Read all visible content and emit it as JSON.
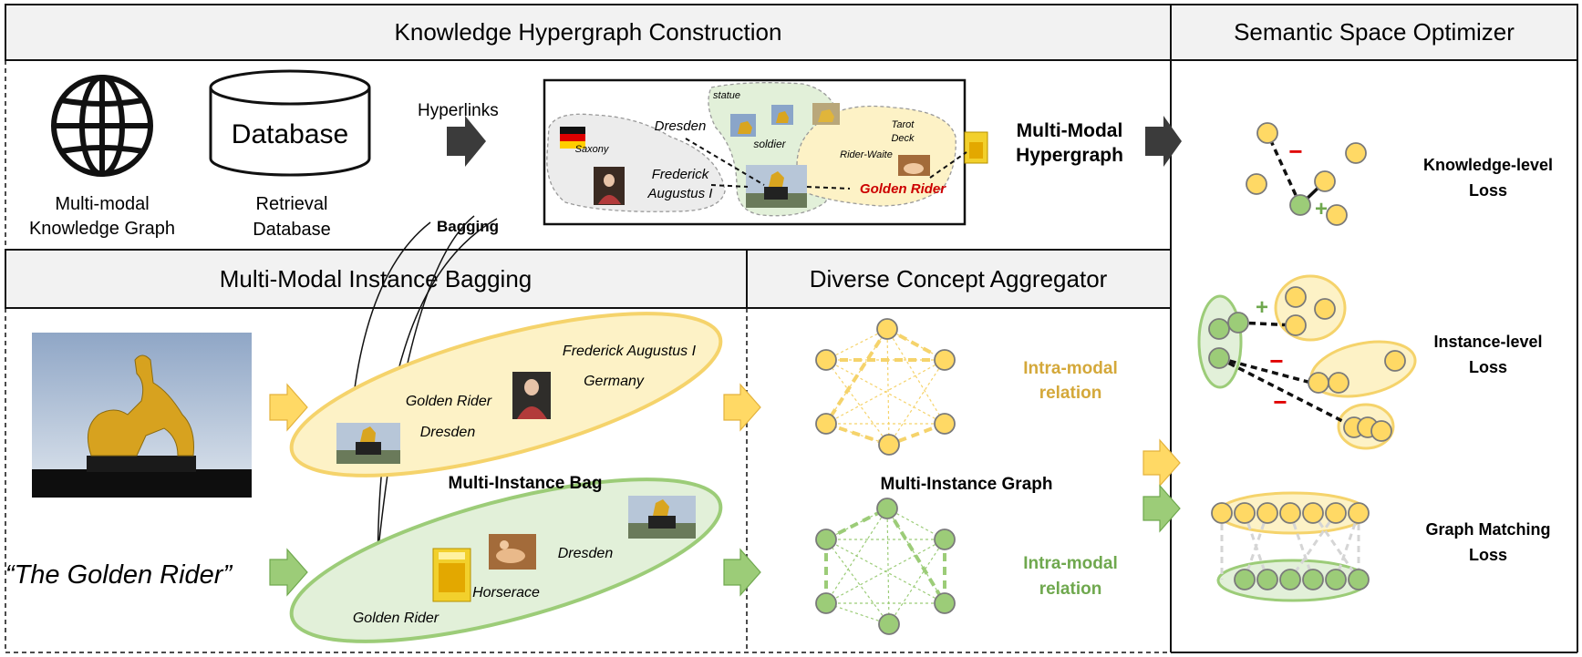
{
  "panels": {
    "kh_title": "Knowledge Hypergraph Construction",
    "sso_title": "Semantic Space Optimizer",
    "mib_title": "Multi-Modal Instance Bagging",
    "dca_title": "Diverse Concept Aggregator"
  },
  "kh": {
    "kg_label_1": "Multi-modal",
    "kg_label_2": "Knowledge Graph",
    "db_text": "Database",
    "db_label_1": "Retrieval",
    "db_label_2": "Database",
    "hyperlinks": "Hyperlinks",
    "bagging": "Bagging",
    "mmh_1": "Multi-Modal",
    "mmh_2": "Hypergraph",
    "hg": {
      "saxony": "Saxony",
      "dresden": "Dresden",
      "statue": "statue",
      "soldier": "soldier",
      "frederick_1": "Frederick",
      "frederick_2": "Augustus I",
      "tarot_1": "Tarot",
      "tarot_2": "Deck",
      "rider_waite": "Rider-Waite",
      "golden_rider": "Golden Rider"
    }
  },
  "mib": {
    "caption": "“The Golden Rider”",
    "bag_label": "Multi-Instance Bag",
    "yellow": {
      "frederick": "Frederick Augustus I",
      "germany": "Germany",
      "golden_rider": "Golden Rider",
      "dresden": "Dresden"
    },
    "green": {
      "dresden": "Dresden",
      "horserace": "Horserace",
      "golden_rider": "Golden Rider"
    }
  },
  "dca": {
    "intra_yellow_1": "Intra-modal",
    "intra_yellow_2": "relation",
    "graph_label": "Multi-Instance Graph",
    "intra_green_1": "Intra-modal",
    "intra_green_2": "relation"
  },
  "sso": {
    "knowledge_1": "Knowledge-level",
    "knowledge_2": "Loss",
    "instance_1": "Instance-level",
    "instance_2": "Loss",
    "graph_1": "Graph Matching",
    "graph_2": "Loss",
    "plus": "+",
    "minus": "−"
  },
  "colors": {
    "yellow_fill": "#ffd965",
    "yellow_light": "#fdf2c6",
    "yellow_stroke": "#f5d36b",
    "green_fill": "#9ccc78",
    "green_light": "#e2f0d9",
    "green_stroke": "#9ccc78",
    "red": "#e00000",
    "header_bg": "#f2f2f2"
  }
}
